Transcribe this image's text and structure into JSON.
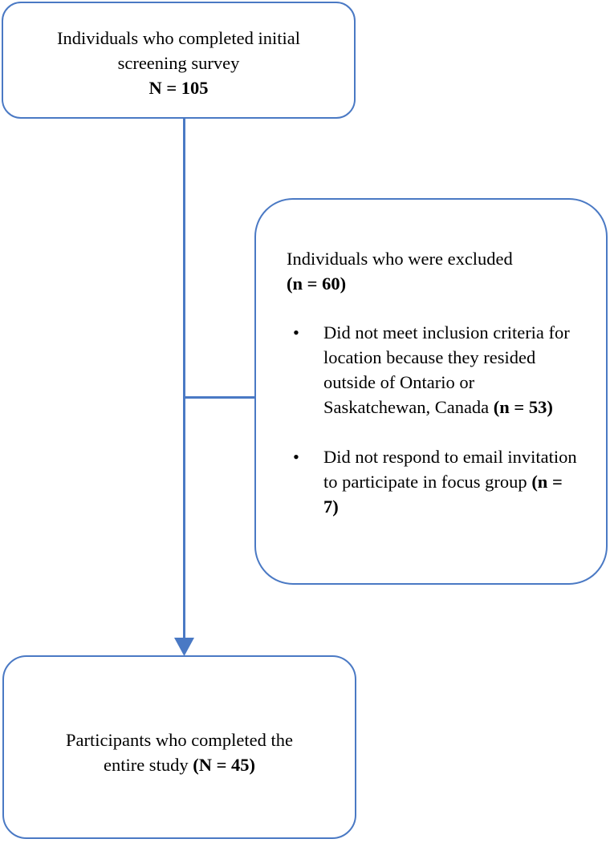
{
  "figure": {
    "type": "flowchart",
    "orientation": "vertical",
    "colors": {
      "connector": "#4A79C4",
      "box_border": "#4A79C4",
      "text": "#000000",
      "background": "#FFFFFF"
    }
  },
  "nodes": {
    "screening": {
      "line1": "Individuals who completed initial",
      "line2": "screening survey",
      "line3": "N = 105",
      "count_label": "N",
      "count_value": "105"
    },
    "excluded": {
      "heading_text": "Individuals who were excluded",
      "heading_count": "(n = 60)",
      "count_label": "n",
      "count_value": "60",
      "bullet_marker": "•",
      "bullets": [
        {
          "text": "Did not meet inclusion criteria for location because they resided outside of Ontario or Saskatchewan, Canada ",
          "count": "(n = 53)",
          "count_value": "53"
        },
        {
          "text": "Did not respond to email invitation to participate in focus group ",
          "count": "(n = 7)",
          "count_value": "7"
        }
      ]
    },
    "completed": {
      "line1": "Participants who completed the",
      "line2_text": "entire study ",
      "line2_count": "(N = 45)",
      "count_label": "N",
      "count_value": "45"
    }
  },
  "connectors": {
    "main_vertical": "screening-to-completed",
    "branch_horizontal": "screening-to-excluded",
    "arrowhead": "down-arrow-into-completed"
  }
}
